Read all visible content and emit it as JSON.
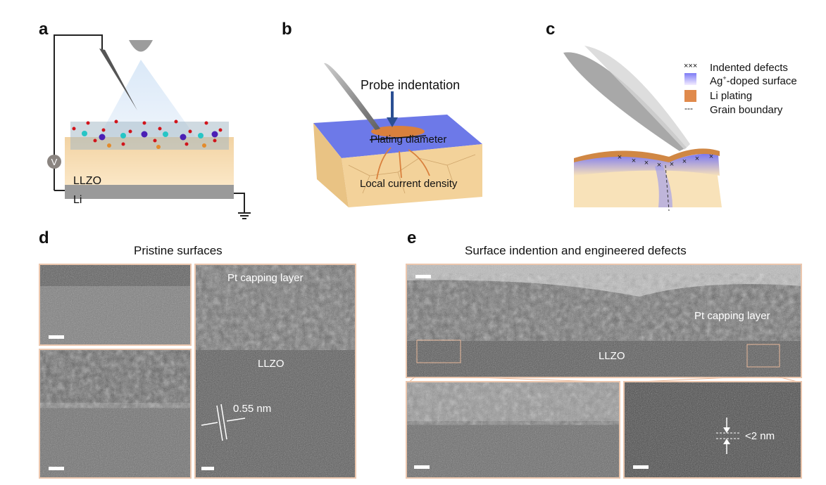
{
  "panels": {
    "a": {
      "label": "a",
      "layer_top": "LLZO",
      "layer_bottom": "Li",
      "voltmeter": "V"
    },
    "b": {
      "label": "b",
      "title": "Probe indentation",
      "diameter": "Plating diameter",
      "current": "Local current density"
    },
    "c": {
      "label": "c",
      "legend": [
        {
          "symbol": "×××",
          "text": "Indented defects"
        },
        {
          "text_pre": "Ag",
          "sup": "+",
          "text_post": "-doped surface"
        },
        {
          "text": "Li plating"
        },
        {
          "symbol": "---",
          "text": "Grain boundary"
        }
      ],
      "colors": {
        "doped": "#8f8cf5",
        "plating": "#e08a4c",
        "llzo": "#f8e2b9"
      }
    },
    "d": {
      "label": "d",
      "title": "Pristine surfaces",
      "pt_layer": "Pt capping layer",
      "llzo": "LLZO",
      "spacing": "0.55 nm"
    },
    "e": {
      "label": "e",
      "title": "Surface indention and engineered defects",
      "pt_layer": "Pt capping layer",
      "llzo": "LLZO",
      "thickness": "<2 nm"
    }
  }
}
